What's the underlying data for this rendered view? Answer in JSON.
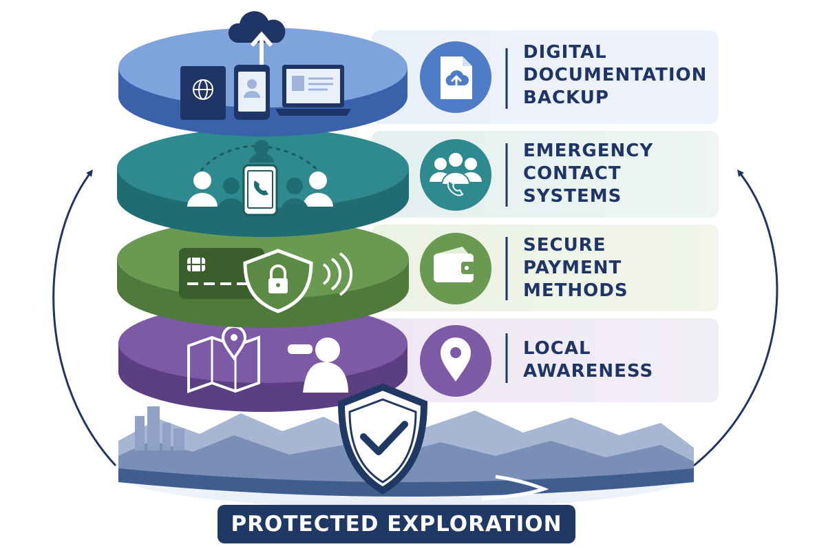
{
  "layers": [
    {
      "id": "documentation",
      "label": "DIGITAL\nDOCUMENTATION\nBACKUP",
      "color": "#4f7cc6",
      "icon": "cloud-upload-document-icon"
    },
    {
      "id": "contacts",
      "label": "EMERGENCY\nCONTACT\nSYSTEMS",
      "color": "#2e8a8f",
      "icon": "contacts-phone-icon"
    },
    {
      "id": "payment",
      "label": "SECURE\nPAYMENT\nMETHODS",
      "color": "#6a9a52",
      "icon": "wallet-icon"
    },
    {
      "id": "awareness",
      "label": "LOCAL\nAWARENESS",
      "color": "#7d5aa5",
      "icon": "location-pin-icon"
    }
  ],
  "banner": {
    "label": "PROTECTED EXPLORATION",
    "color": "#203864"
  },
  "colors": {
    "accent": "#1f3566",
    "landscape": "#3f5d8f"
  }
}
